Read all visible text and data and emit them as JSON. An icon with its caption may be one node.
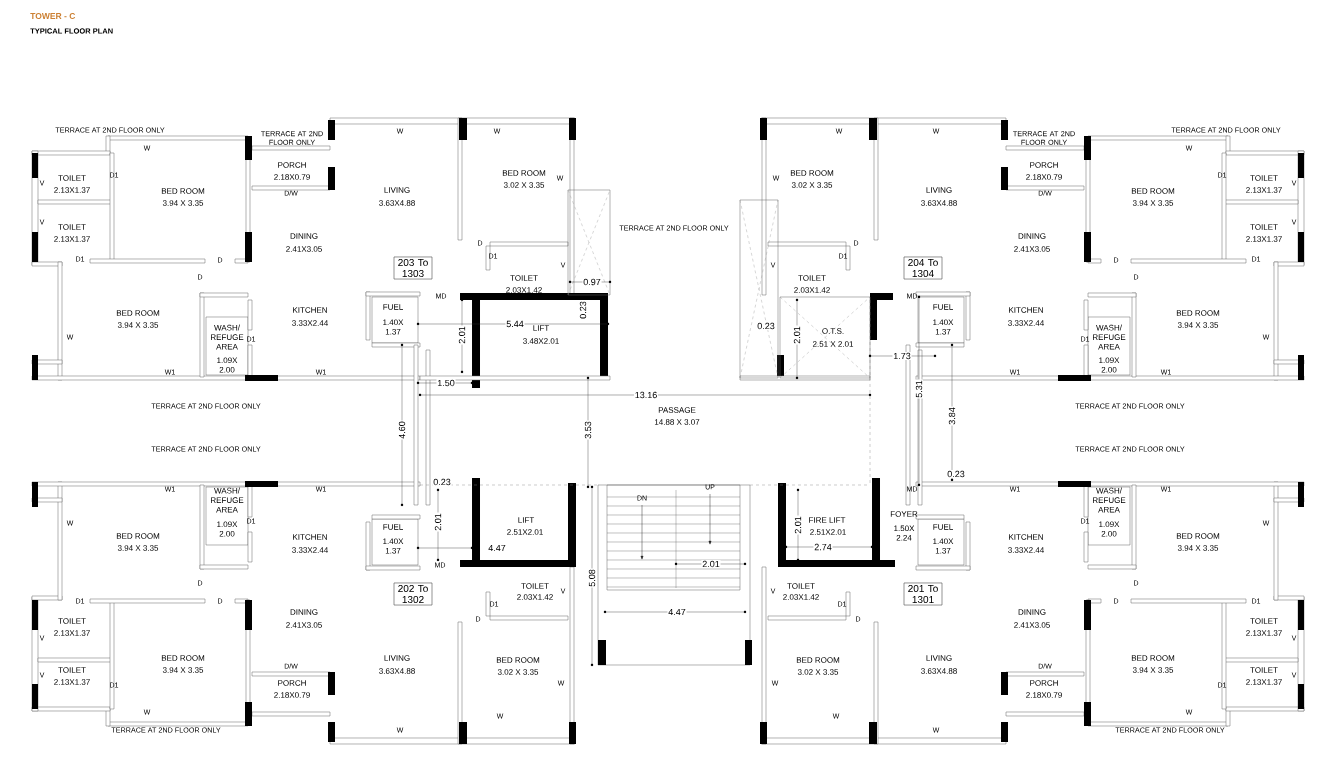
{
  "diagram": {
    "title": "TOWER - C",
    "nodes": [
      {
        "text": [
          "203 To 1303"
        ]
      },
      {
        "text": [
          "204 To 1304"
        ]
      },
      {
        "text": [
          "202 To 1302"
        ]
      },
      {
        "text": [
          "201 To 1301"
        ]
      }
    ],
    "labels": [
      "TYPICAL FLOOR PLAN",
      "TERRACE AT 2ND FLOOR ONLY",
      "TERRACE AT 2ND FLOOR ONLY",
      "W",
      "W",
      "PORCH",
      "2.18X0.79",
      "D/W",
      "TOILET",
      "2.13X1.37",
      "V",
      "D1",
      "BED ROOM",
      "3.94 X 3.35",
      "LIVING",
      "3.63X4.88",
      "TOILET",
      "2.13X1.37",
      "V",
      "DINING",
      "2.41X3.05",
      "D1",
      "D",
      "D",
      "BED ROOM",
      "3.94 X 3.35",
      "KITCHEN",
      "3.33X2.44",
      "FUEL",
      "1.40X 1.37",
      "WASH/ REFUGE AREA",
      "1.09X 2.00",
      "D1",
      "W",
      "W1",
      "W1",
      "TERRACE AT 2ND FLOOR ONLY",
      "BED ROOM",
      "3.02 X 3.35",
      "W",
      "W",
      "D",
      "D1",
      "TOILET",
      "2.03X1.42",
      "V",
      "TERRACE AT 2ND FLOOR ONLY",
      "TERRACE AT 2ND FLOOR ONLY",
      "W",
      "W",
      "PORCH",
      "2.18X0.79",
      "D/W",
      "TOILET",
      "2.13X1.37",
      "V",
      "D1",
      "BED ROOM",
      "3.94 X 3.35",
      "LIVING",
      "3.63X4.88",
      "TOILET",
      "2.13X1.37",
      "V",
      "DINING",
      "2.41X3.05",
      "D1",
      "D",
      "D",
      "BED ROOM",
      "3.94 X 3.35",
      "KITCHEN",
      "3.33X2.44",
      "FUEL",
      "1.40X 1.37",
      "WASH/ REFUGE AREA",
      "1.09X 2.00",
      "D1",
      "W",
      "W1",
      "W1",
      "TERRACE AT 2ND FLOOR ONLY",
      "BED ROOM",
      "3.02 X 3.35",
      "W",
      "W",
      "D",
      "D1",
      "TOILET",
      "2.03X1.42",
      "V",
      "TERRACE AT 2ND FLOOR ONLY",
      "0.97",
      "0.23",
      "5.44",
      "LIFT",
      "3.48X2.01",
      "2.01",
      "MD",
      "0.23",
      "2.01",
      "O.T.S.",
      "2.51 X 2.01",
      "MD",
      "1.73",
      "1.50",
      "13.16",
      "PASSAGE",
      "14.88 X 3.07",
      "4.60",
      "3.53",
      "5.31",
      "3.84",
      "0.23",
      "0.23",
      "MD",
      "UP",
      "DN",
      "LIFT",
      "2.51X2.01",
      "4.47",
      "2.01",
      "MD",
      "FIRE LIFT",
      "2.51X2.01",
      "2.74",
      "2.01",
      "FOYER",
      "1.50X 2.24",
      "2.01",
      "5.08",
      "4.47",
      "TERRACE AT 2ND FLOOR ONLY",
      "W1",
      "W1",
      "WASH/ REFUGE AREA",
      "1.09X 2.00",
      "D1",
      "W",
      "BED ROOM",
      "3.94 X 3.35",
      "KITCHEN",
      "3.33X2.44",
      "FUEL",
      "1.40X 1.37",
      "D",
      "D1",
      "D",
      "DINING",
      "2.41X3.05",
      "TOILET",
      "2.13X1.37",
      "V",
      "TOILET",
      "2.13X1.37",
      "V",
      "D1",
      "BED ROOM",
      "3.94 X 3.35",
      "LIVING",
      "3.63X4.88",
      "D/W",
      "PORCH",
      "2.18X0.79",
      "W",
      "TERRACE AT 2ND FLOOR ONLY",
      "W",
      "TOILET",
      "2.03X1.42",
      "V",
      "D1",
      "D",
      "BED ROOM",
      "3.02 X 3.35",
      "W",
      "W",
      "TERRACE AT 2ND FLOOR ONLY",
      "W1",
      "W1",
      "WASH/ REFUGE AREA",
      "1.09X 2.00",
      "D1",
      "W",
      "BED ROOM",
      "3.94 X 3.35",
      "KITCHEN",
      "3.33X2.44",
      "FUEL",
      "1.40X 1.37",
      "D",
      "D1",
      "D",
      "DINING",
      "2.41X3.05",
      "TOILET",
      "2.13X1.37",
      "V",
      "TOILET",
      "2.13X1.37",
      "V",
      "D1",
      "BED ROOM",
      "3.94 X 3.35",
      "LIVING",
      "3.63X4.88",
      "D/W",
      "PORCH",
      "2.18X0.79",
      "W",
      "TERRACE AT 2ND FLOOR ONLY",
      "W",
      "TOILET",
      "2.03X1.42",
      "V",
      "D1",
      "D",
      "BED ROOM",
      "3.02 X 3.35",
      "W",
      "W"
    ]
  }
}
